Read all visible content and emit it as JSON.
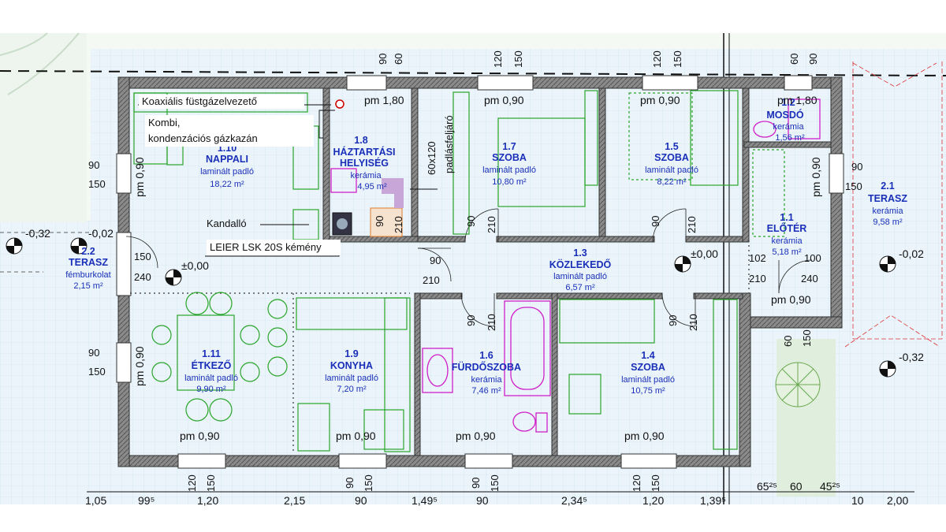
{
  "rooms": {
    "nappali": {
      "num": "1.10",
      "name": "NAPPALI",
      "floor": "laminált padló",
      "area": "18,22 m²"
    },
    "haztartasi": {
      "num": "1.8",
      "name1": "HÁZTARTÁSI",
      "name2": "HELYISÉG",
      "floor": "kerámia",
      "area": "4,95 m²"
    },
    "szoba17": {
      "num": "1.7",
      "name": "SZOBA",
      "floor": "laminált padló",
      "area": "10,80 m²"
    },
    "szoba15": {
      "num": "1.5",
      "name": "SZOBA",
      "floor": "laminált padló",
      "area": "8,22 m²"
    },
    "mosdo": {
      "num": "1.2",
      "name": "MOSDÓ",
      "floor": "kerámia",
      "area": "1,56 m²"
    },
    "eloter": {
      "num": "1.1",
      "name": "ELŐTÉR",
      "floor": "kerámia",
      "area": "5,18 m²"
    },
    "terasz21": {
      "num": "2.1",
      "name": "TERASZ",
      "floor": "kerámia",
      "area": "9,58 m²"
    },
    "terasz22": {
      "num": "2.2",
      "name": "TERASZ",
      "floor": "fémburkolat",
      "area": "2,15 m²"
    },
    "kozlekedo": {
      "num": "1.3",
      "name": "KÖZLEKEDŐ",
      "floor": "laminált padló",
      "area": "6,57 m²"
    },
    "etkezo": {
      "num": "1.11",
      "name": "ÉTKEZŐ",
      "floor": "laminált padló",
      "area": "9,90 m²"
    },
    "konyha": {
      "num": "1.9",
      "name": "KONYHA",
      "floor": "laminált padló",
      "area": "7,20 m²"
    },
    "furdo": {
      "num": "1.6",
      "name": "FÜRDŐSZOBA",
      "floor": "kerámia",
      "area": "7,46 m²"
    },
    "szoba14": {
      "num": "1.4",
      "name": "SZOBA",
      "floor": "laminált padló",
      "area": "10,75 m²"
    }
  },
  "annotations": {
    "koax": "Koaxiális füstgázelvezető",
    "kombi1": "Kombi,",
    "kombi2": "kondenzációs gázkazán",
    "kandallo": "Kandalló",
    "kemeny": "LEIER LSK 20S kémény",
    "padlas": "padlásfeljáró",
    "padlas_size": "60x120",
    "zero_left": "±0,00",
    "zero_mid": "±0,00"
  },
  "levels": {
    "l1": "-0,32",
    "l2": "-0,02",
    "l3": "-0,02",
    "l4": "-0,32"
  },
  "sills": {
    "s1": "pm 1,80",
    "s2": "pm 0,90",
    "s3": "pm 0,90",
    "s4": "pm 1,80",
    "s5": "pm 0,90",
    "s6": "pm 0,90",
    "s7": "pm 0,90",
    "s8": "pm 0,90",
    "s9": "pm 0,90",
    "s10": "pm 0,90",
    "s11": "pm 0,90",
    "s12": "pm 0,90"
  },
  "opening_dims": {
    "d90": "90",
    "d150": "150",
    "d60": "60",
    "d120": "120",
    "d210": "210",
    "d240": "240",
    "d102": "102",
    "d100": "100"
  },
  "bottom_dims": [
    "1,05",
    "99⁵",
    "1,20",
    "2,15",
    "90",
    "1,49⁵",
    "90",
    "2,34⁵",
    "1,20",
    "1,39⁵",
    "65²⁵",
    "60",
    "45²⁵",
    "10",
    "2,00"
  ],
  "colors": {
    "wall": "#6b6b6b",
    "room_text": "#1a2fb8",
    "furniture": "#2aa52a",
    "sanitary": "#d01fc8",
    "terrace": "#e4f1f8"
  }
}
